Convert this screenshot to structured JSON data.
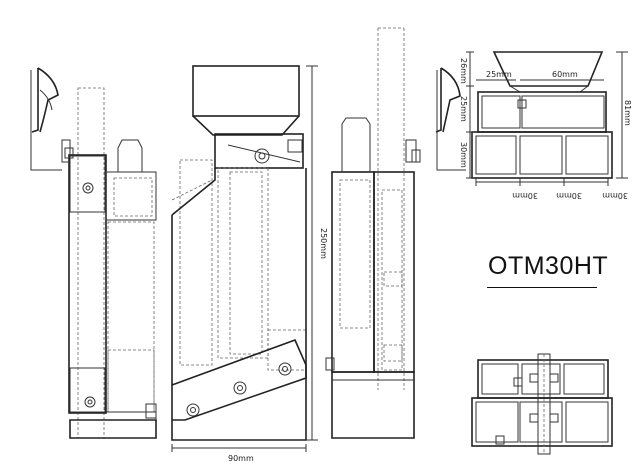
{
  "model": "OTM30HT",
  "dimensions": {
    "height_total": "250mm",
    "width_base": "90mm",
    "top_view_heights": [
      "26mm",
      "25mm",
      "30mm"
    ],
    "top_view_total": "81mm",
    "top_view_widths_bottom": [
      "30mm",
      "30mm",
      "30mm"
    ],
    "top_view_widths_top": [
      "25mm",
      "60mm"
    ]
  }
}
